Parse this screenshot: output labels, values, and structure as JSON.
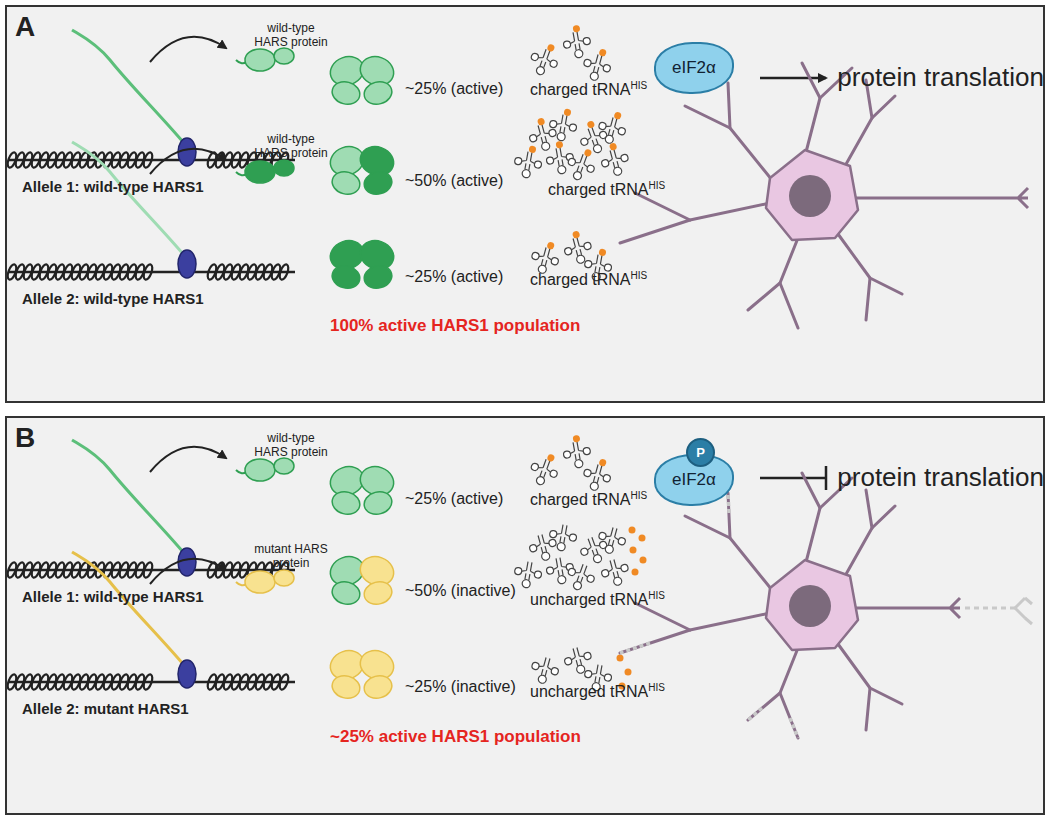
{
  "diagram": {
    "nodes": [
      {
        "text": [
          "A"
        ]
      },
      {
        "text": [
          "eIF2α"
        ],
        "in": 0
      },
      {
        "text": [
          "B"
        ]
      },
      {
        "text": [
          "eIF2α"
        ],
        "in": 2
      },
      {
        "text": [
          "P"
        ],
        "in": 2
      }
    ],
    "labels": [
      "wild-type HARS protein",
      "Allele 1: wild-type HARS1",
      "wild-type HARS protein",
      "Allele 2: wild-type HARS1",
      "~25% (active)",
      "charged tRNA",
      "HIS",
      "~50% (active)",
      "charged tRNA",
      "HIS",
      "~25% (active)",
      "charged tRNA",
      "HIS",
      "100% active HARS1 population",
      "protein translation",
      "wild-type HARS protein",
      "Allele 1: wild-type HARS1",
      "mutant HARS protein",
      "Allele 2: mutant HARS1",
      "~25% (active)",
      "charged tRNA",
      "HIS",
      "~50% (inactive)",
      "uncharged tRNA",
      "HIS",
      "~25% (inactive)",
      "uncharged tRNA",
      "HIS",
      "~25% active HARS1 population",
      "protein translation"
    ]
  }
}
